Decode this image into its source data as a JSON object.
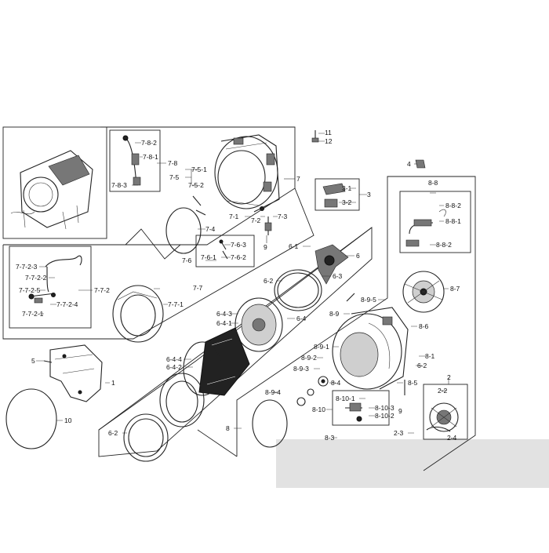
{
  "labels": {
    "l11": "11",
    "l12": "12",
    "l4": "4",
    "l3": "3",
    "l31": "3-1",
    "l32": "3-2",
    "l7": "7",
    "l78": "7-8",
    "l782": "7-8-2",
    "l781": "7-8-1",
    "l783": "7-8-3",
    "l751": "7-5-1",
    "l75": "7-5",
    "l752": "7-5-2",
    "l71": "7-1",
    "l72": "7-2",
    "l73": "7-3",
    "l74": "7-4",
    "l9a": "9",
    "l763": "7-6-3",
    "l76": "7-6",
    "l761": "7-6-1",
    "l762": "7-6-2",
    "l7723": "7-7-2-3",
    "l7722": "7-7-2-2",
    "l7725": "7-7-2-5",
    "l7724": "7-7-2-4",
    "l7721": "7-7-2-1",
    "l772": "7-7-2",
    "l77": "7-7",
    "l771": "7-7-1",
    "l61": "6-1",
    "l6": "6",
    "l63": "6-3",
    "l62a": "6-2",
    "l643": "6-4-3",
    "l641": "6-4-1",
    "l64": "6-4",
    "l644": "6-4-4",
    "l642": "6-4-2",
    "l62b": "6-2",
    "l88": "8-8",
    "l882": "8-8-2",
    "l881": "8-8-1",
    "l882b": "8-8-2",
    "l87": "8-7",
    "l895": "8-9-5",
    "l89": "8-9",
    "l86": "8-6",
    "l891": "8-9-1",
    "l81": "8-1",
    "l892": "8-9-2",
    "l62c": "6-2",
    "l893": "8-9-3",
    "l84": "8-4",
    "l85": "8-5",
    "l894": "8-9-4",
    "l8101": "8-10-1",
    "l810": "8-10",
    "l8103": "8-10-3",
    "l8102": "8-10-2",
    "l9b": "9",
    "l8": "8",
    "l83": "8-3",
    "l2": "2",
    "l22": "2-2",
    "l23": "2-3",
    "l24": "2-4",
    "l5": "5",
    "l1": "1",
    "l10": "10"
  }
}
